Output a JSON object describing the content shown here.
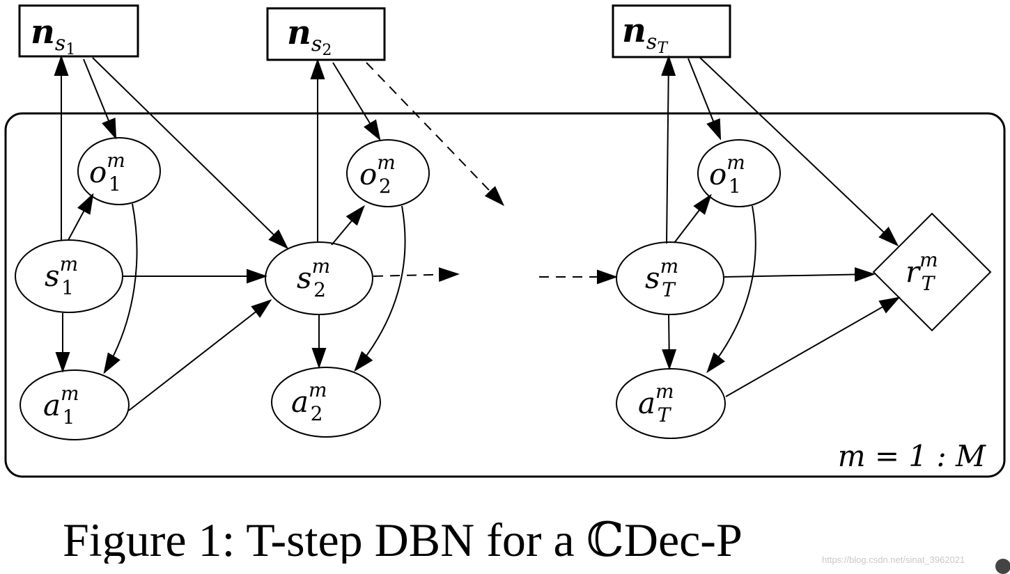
{
  "nodes": {
    "n_s1": {
      "base": "n",
      "sub": "s",
      "subsub": "1"
    },
    "n_s2": {
      "base": "n",
      "sub": "s",
      "subsub": "2"
    },
    "n_sT": {
      "base": "n",
      "sub": "s",
      "subsub": "T"
    },
    "o1_a": {
      "base": "o",
      "sub": "1",
      "sup": "m"
    },
    "o2": {
      "base": "o",
      "sub": "2",
      "sup": "m"
    },
    "o1_b": {
      "base": "o",
      "sub": "1",
      "sup": "m"
    },
    "s1": {
      "base": "s",
      "sub": "1",
      "sup": "m"
    },
    "s2": {
      "base": "s",
      "sub": "2",
      "sup": "m"
    },
    "sT": {
      "base": "s",
      "sub": "T",
      "sup": "m"
    },
    "a1": {
      "base": "a",
      "sub": "1",
      "sup": "m"
    },
    "a2": {
      "base": "a",
      "sub": "2",
      "sup": "m"
    },
    "aT": {
      "base": "a",
      "sub": "T",
      "sup": "m"
    },
    "rT": {
      "base": "r",
      "sub": "T",
      "sup": "m"
    }
  },
  "plate_label": "m = 1 : M",
  "caption": "Figure 1: T-step DBN for a ℂDec-P",
  "watermark": "https://blog.csdn.net/sinat_3962021"
}
